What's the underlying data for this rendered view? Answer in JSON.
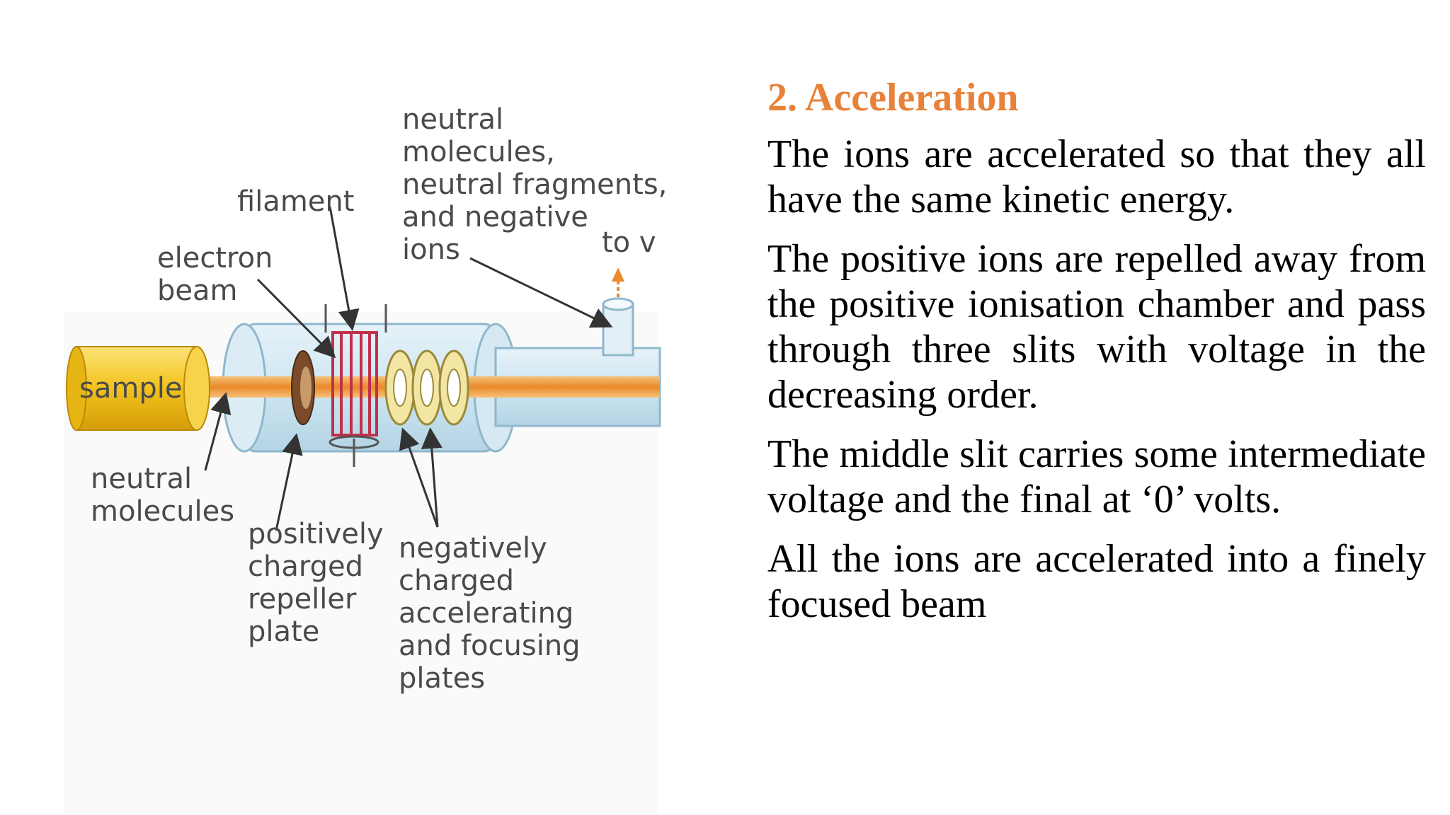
{
  "diagram": {
    "labels": {
      "sample": "sample",
      "filament": "filament",
      "electron_beam": [
        "electron",
        "beam"
      ],
      "neutral_molecules": [
        "neutral",
        "molecules"
      ],
      "neutral_fragments": [
        "neutral",
        "molecules,",
        "neutral fragments,",
        "and negative",
        "ions"
      ],
      "to_vacuum": "to v",
      "repeller": [
        "positively",
        "charged",
        "repeller",
        "plate"
      ],
      "plates": [
        "negatively",
        "charged",
        "accelerating",
        "and focusing",
        "plates"
      ]
    },
    "colors": {
      "sample_fill": "#f2c21b",
      "beam": "#f0a040",
      "chamber": "#cfe6f2",
      "chamber_stroke": "#8fb7cc",
      "filament": "#c0304a"
    }
  },
  "content": {
    "heading": "2. Acceleration",
    "paragraphs": [
      "The ions are accelerated so that they all have the same kinetic energy.",
      "The positive ions are repelled away from the positive ionisation chamber and pass through three slits with voltage in the decreasing order.",
      "The middle slit carries some intermediate voltage and the final at ‘0’ volts.",
      "All the ions are accelerated into a finely focused beam"
    ]
  },
  "theme": {
    "heading_color": "#e8823a",
    "text_color": "#000000",
    "background": "#ffffff"
  }
}
